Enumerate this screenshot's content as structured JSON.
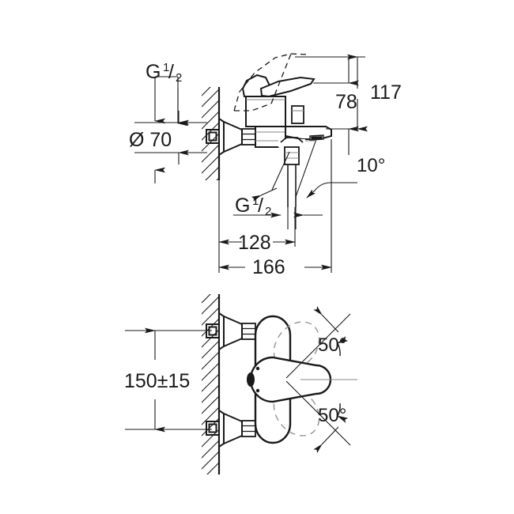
{
  "drawing": {
    "title": "Bath mixer technical dimension drawing",
    "type": "engineering-line-drawing",
    "units": "mm",
    "line_color": "#1a1a1a",
    "detail_color": "#8a8a8a",
    "background": "#ffffff"
  },
  "views": {
    "top": {
      "name": "side-elevation-view",
      "labels": {
        "thread_upper": {
          "prefix": "G",
          "numerator": "1",
          "denominator": "2"
        },
        "thread_lower": {
          "prefix": "G",
          "numerator": "1",
          "denominator": "2"
        },
        "diameter": "Ø 70",
        "height_total": "117",
        "height_spout": "78",
        "angle_outlet": "10°",
        "depth_inner": "128",
        "depth_total": "166"
      }
    },
    "bottom": {
      "name": "plan-view",
      "labels": {
        "center_height": "150±15",
        "angle_upper": "50°",
        "angle_lower": "50°"
      }
    }
  },
  "dimensions_list": [
    {
      "label": "G 1/2",
      "view": "side",
      "position": "upper-left"
    },
    {
      "label": "Ø 70",
      "view": "side",
      "position": "left"
    },
    {
      "label": "117",
      "view": "side",
      "position": "right"
    },
    {
      "label": "78",
      "view": "side",
      "position": "right-inner"
    },
    {
      "label": "10°",
      "view": "side",
      "position": "lower-right"
    },
    {
      "label": "G 1/2",
      "view": "side",
      "position": "lower-center"
    },
    {
      "label": "128",
      "view": "side",
      "position": "bottom"
    },
    {
      "label": "166",
      "view": "side",
      "position": "bottom"
    },
    {
      "label": "150±15",
      "view": "plan",
      "position": "left"
    },
    {
      "label": "50°",
      "view": "plan",
      "position": "upper-right"
    },
    {
      "label": "50°",
      "view": "plan",
      "position": "lower-right"
    }
  ]
}
